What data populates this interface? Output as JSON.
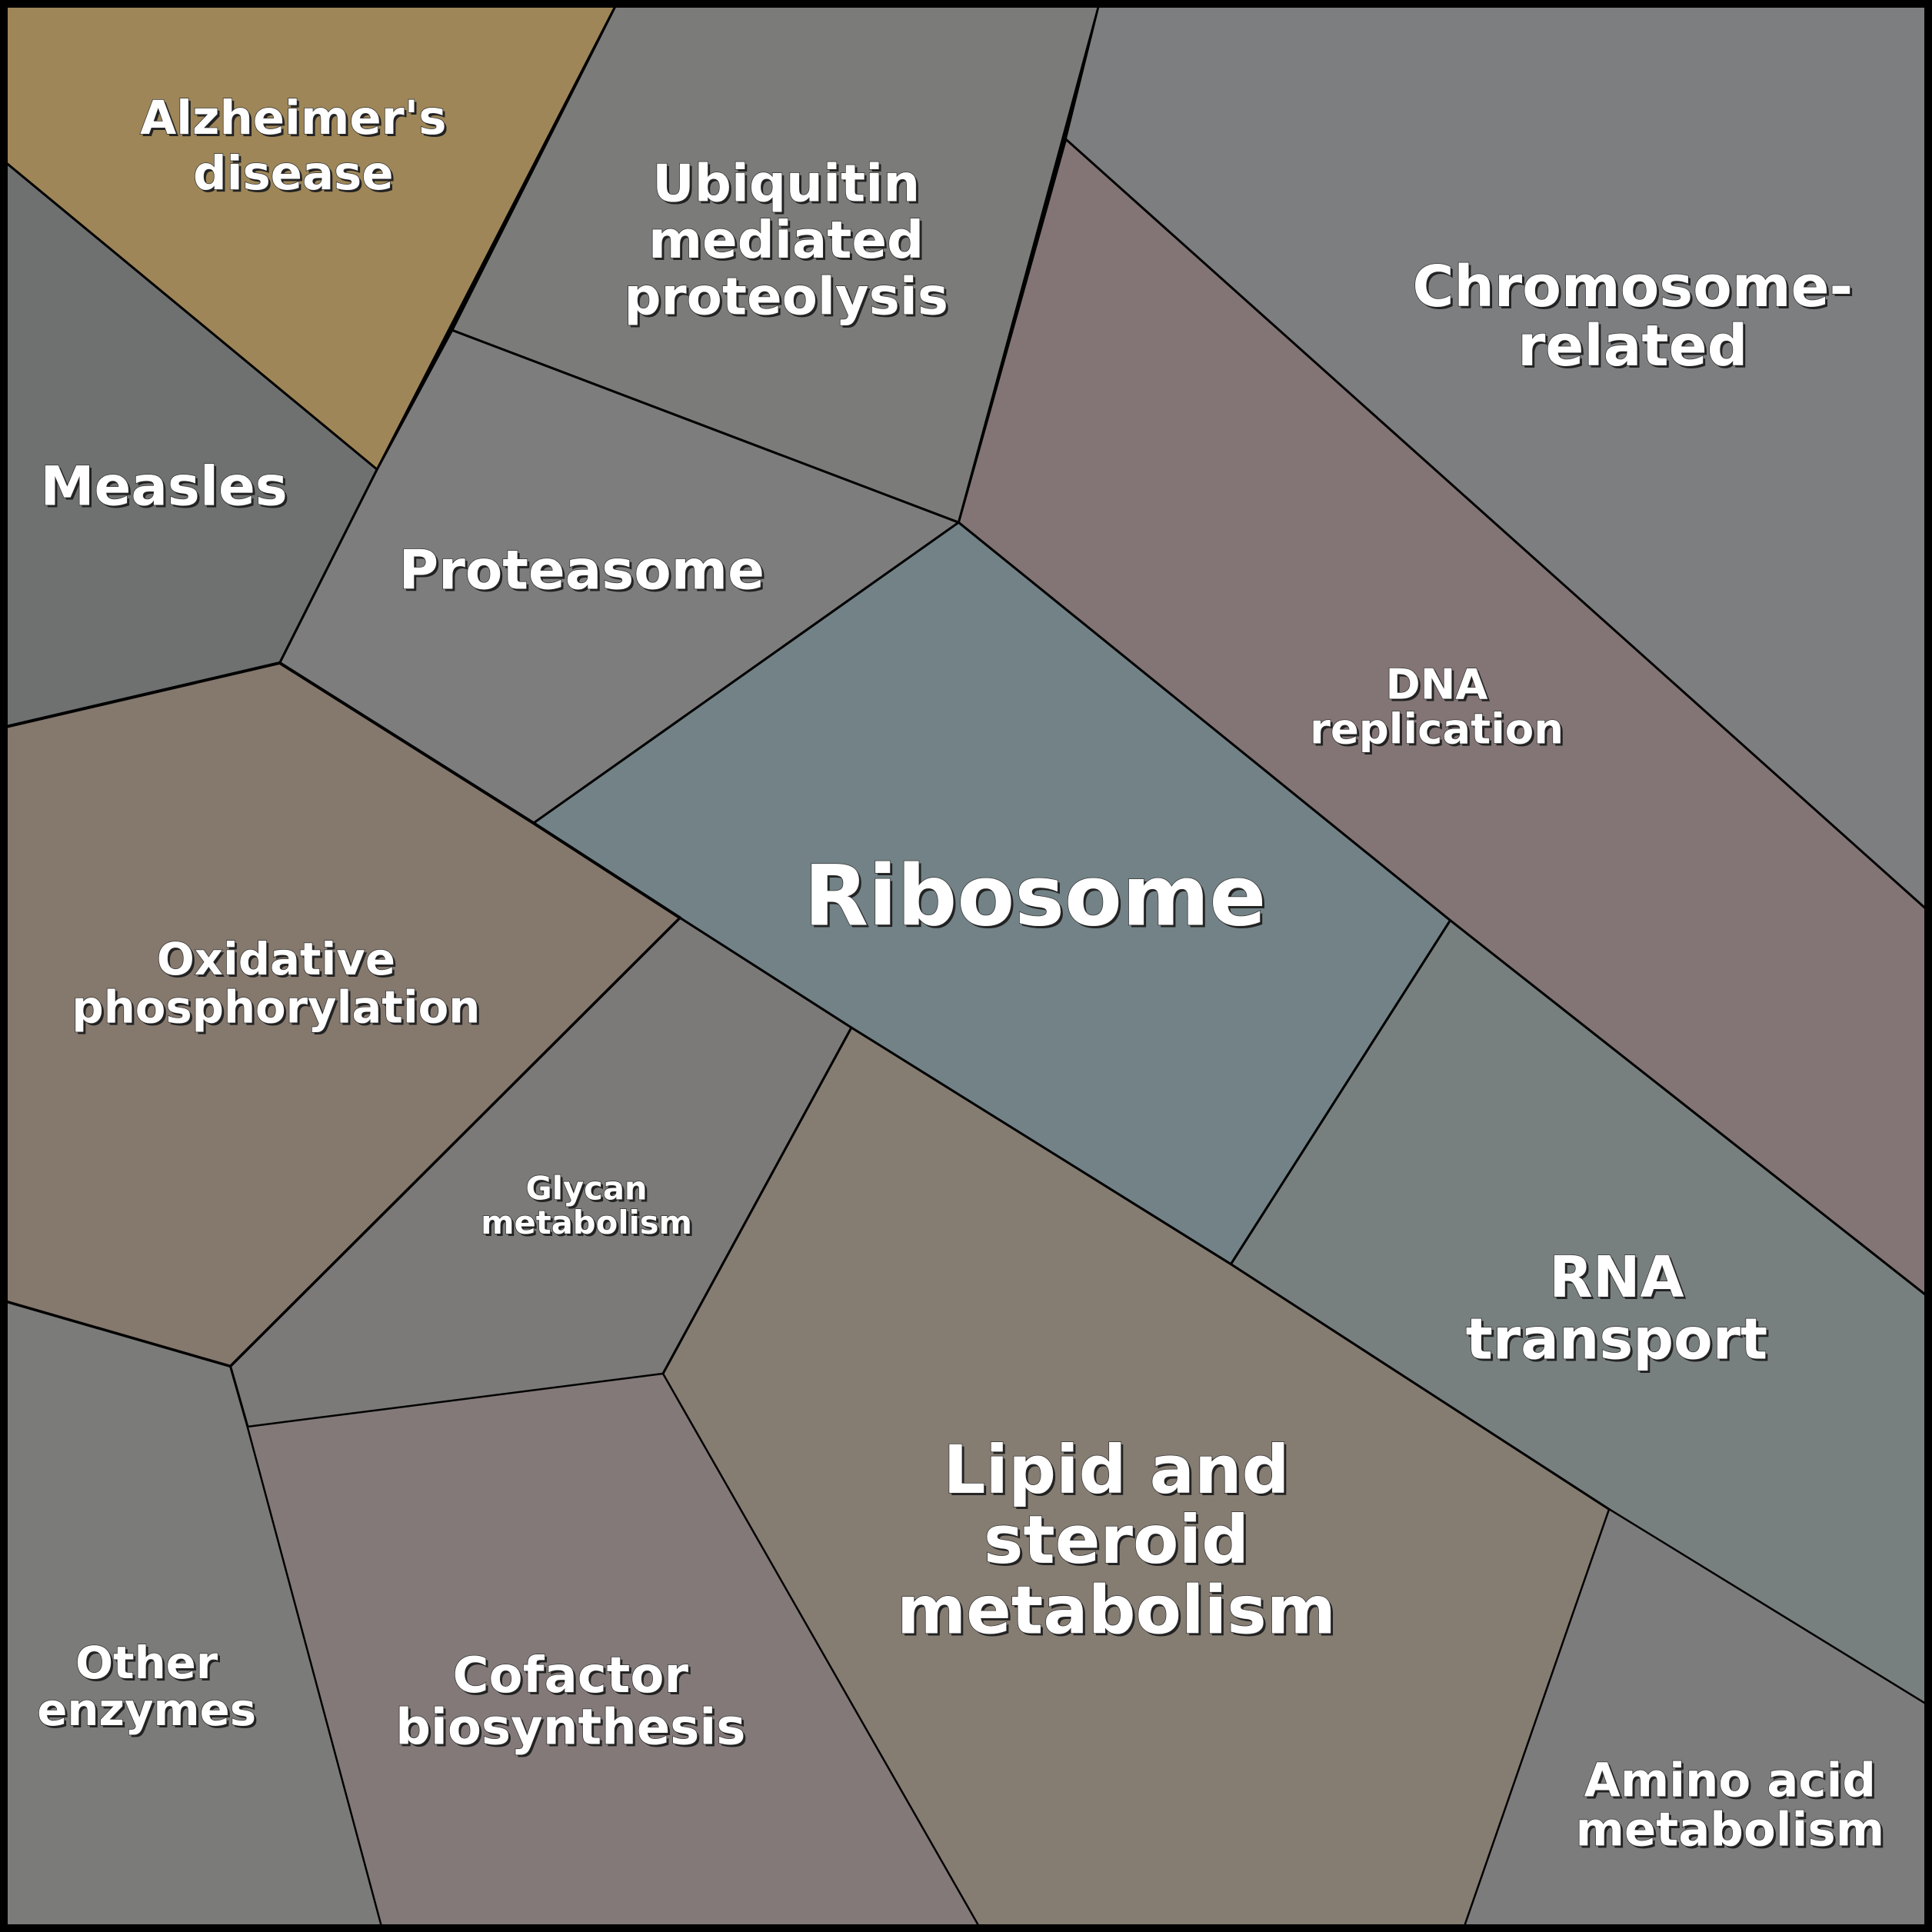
{
  "title": "Pathway Voronoi treemap",
  "cells": [
    {
      "id": "alzheimers",
      "label": [
        "Alzheimer's",
        "disease"
      ],
      "color": "#9e8658"
    },
    {
      "id": "measles",
      "label": [
        "Measles"
      ],
      "color": "#6e7170"
    },
    {
      "id": "ubiquitin",
      "label": [
        "Ubiquitin",
        "mediated",
        "proteolysis"
      ],
      "color": "#7b7c79"
    },
    {
      "id": "proteasome",
      "label": [
        "Proteasome"
      ],
      "color": "#7c7d7c"
    },
    {
      "id": "chromosome",
      "label": [
        "Chromosome-",
        "related"
      ],
      "color": "#7d7e80"
    },
    {
      "id": "dna-replication",
      "label": [
        "DNA",
        "replication"
      ],
      "color": "#837575"
    },
    {
      "id": "ribosome",
      "label": [
        "Ribosome"
      ],
      "color": "#728287"
    },
    {
      "id": "oxidative",
      "label": [
        "Oxidative",
        "phosphorylation"
      ],
      "color": "#85786d"
    },
    {
      "id": "glycan",
      "label": [
        "Glycan",
        "metabolism"
      ],
      "color": "#7b7a78"
    },
    {
      "id": "rna-transport",
      "label": [
        "RNA",
        "transport"
      ],
      "color": "#78807f"
    },
    {
      "id": "lipid",
      "label": [
        "Lipid and",
        "steroid",
        "metabolism"
      ],
      "color": "#857c72"
    },
    {
      "id": "other-enzymes",
      "label": [
        "Other",
        "enzymes"
      ],
      "color": "#7b7b79"
    },
    {
      "id": "cofactor",
      "label": [
        "Cofactor",
        "biosynthesis"
      ],
      "color": "#827978"
    },
    {
      "id": "amino-acid",
      "label": [
        "Amino acid",
        "metabolism"
      ],
      "color": "#7c7c7c"
    }
  ]
}
